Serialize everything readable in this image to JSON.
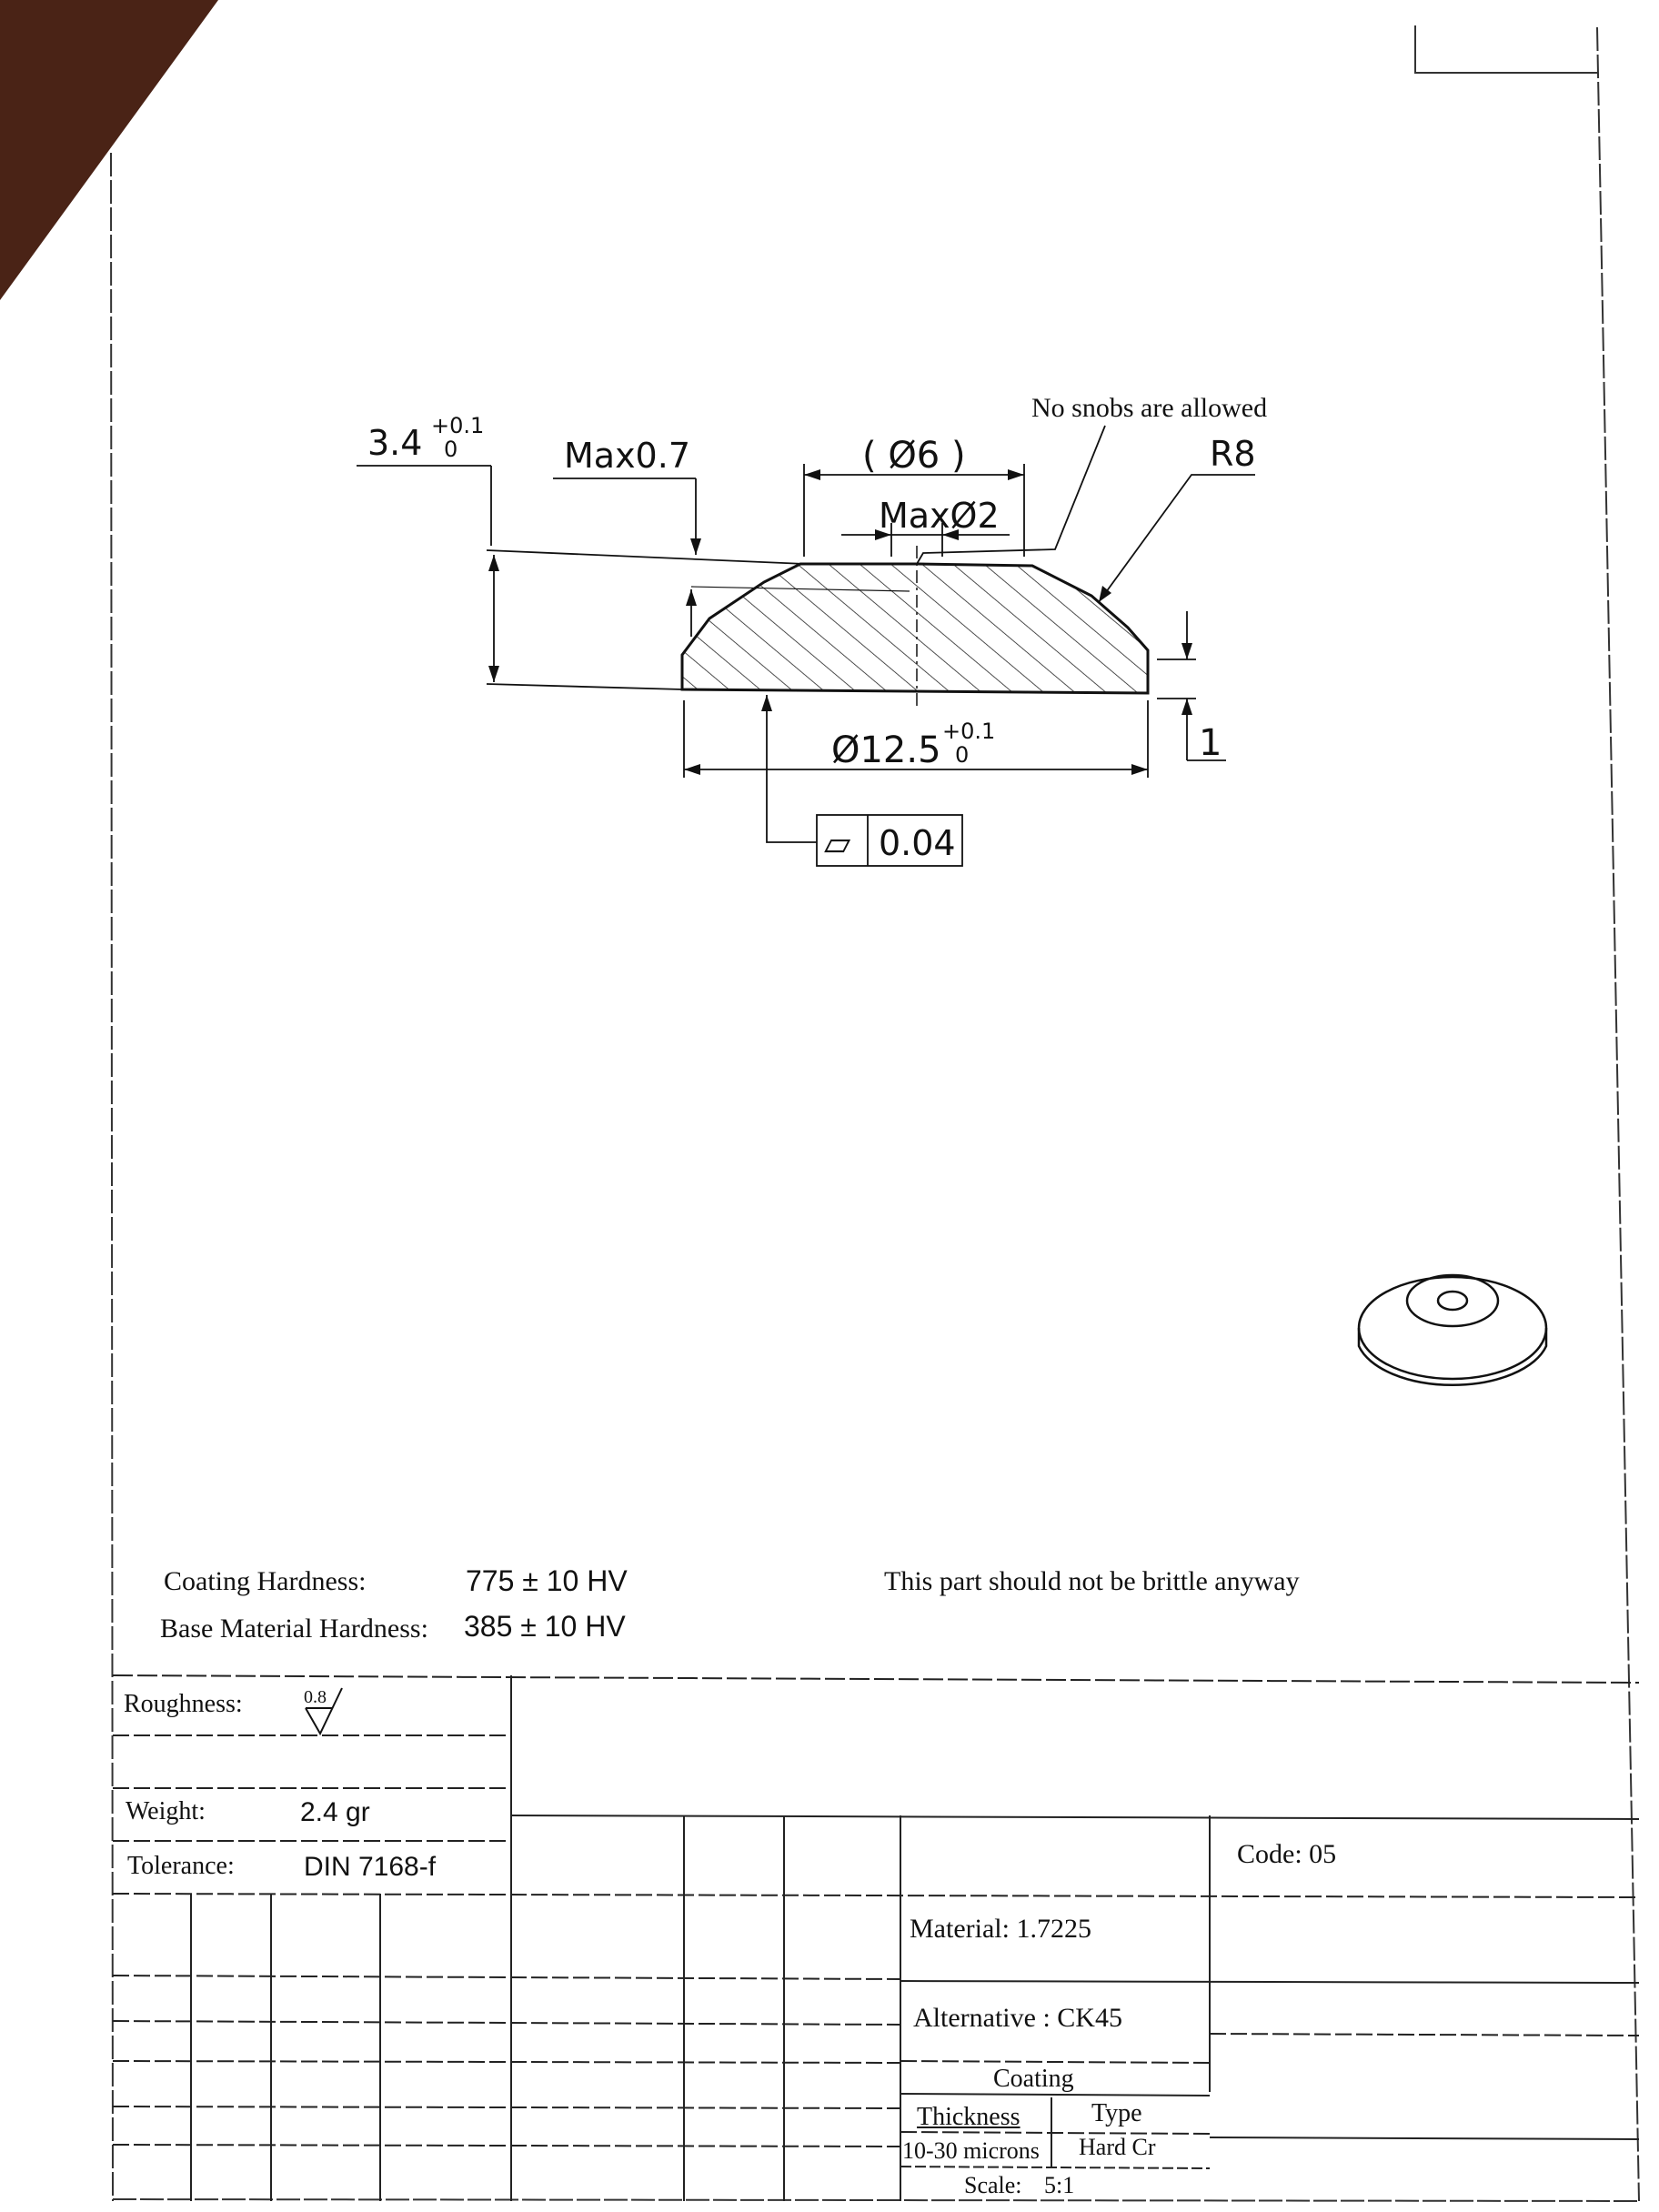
{
  "drawing": {
    "dimensions": {
      "height_value": "3.4",
      "height_tol_upper": "+0.1",
      "height_tol_lower": "0",
      "max_chamfer": "Max0.7",
      "top_flat_diameter": "( Ø6 )",
      "center_mark": "MaxØ2",
      "base_diameter_value": "Ø12.5",
      "base_diameter_tol_upper": "+0.1",
      "base_diameter_tol_lower": "0",
      "edge_height": "1",
      "radius": "R8",
      "flatness_symbol": "⏥",
      "flatness_tolerance": "0.04"
    },
    "note_snobs": "No snobs are allowed"
  },
  "notes": {
    "coating_hardness_label": "Coating Hardness:",
    "coating_hardness_value": "775 ± 10 HV",
    "base_hardness_label": "Base Material Hardness:",
    "base_hardness_value": "385 ± 10 HV",
    "brittle_note": "This part should not be brittle anyway"
  },
  "title_block": {
    "roughness_label": "Roughness:",
    "roughness_value": "0.8",
    "weight_label": "Weight:",
    "weight_value": "2.4 gr",
    "tolerance_label": "Tolerance:",
    "tolerance_value": "DIN 7168-f",
    "code": "Code: 05",
    "material": "Material: 1.7225",
    "alternative": "Alternative : CK45",
    "coating_header": "Coating",
    "thickness_label": "Thickness",
    "thickness_value": "10-30 microns",
    "type_label": "Type",
    "type_value": "Hard Cr",
    "scale_label": "Scale:",
    "scale_value": "5:1"
  }
}
